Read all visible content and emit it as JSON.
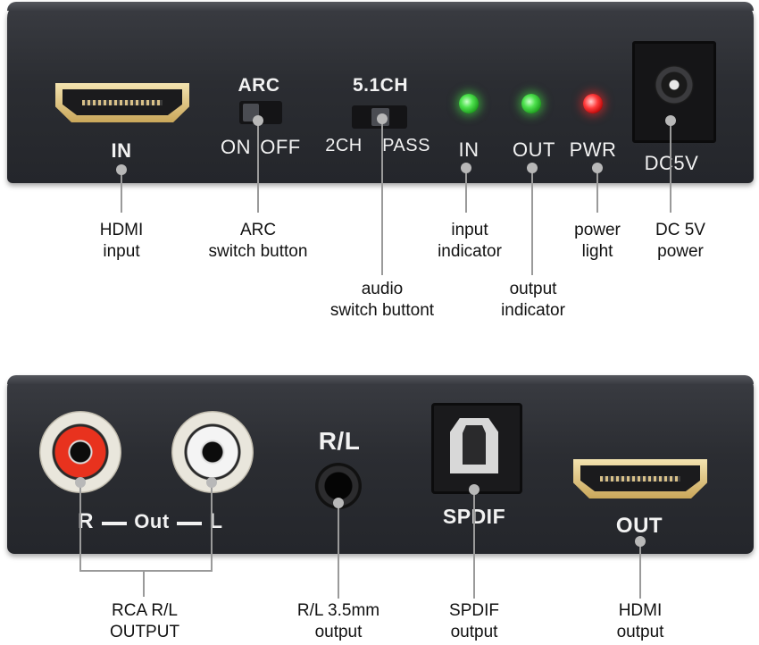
{
  "top_panel": {
    "hdmi_in_label": "IN",
    "arc_label": "ARC",
    "arc_on": "ON",
    "arc_off": "OFF",
    "audio_label": "5.1CH",
    "audio_2ch": "2CH",
    "audio_pass": "PASS",
    "led_in_label": "IN",
    "led_out_label": "OUT",
    "led_pwr_label": "PWR",
    "dc_label": "DC5V",
    "led_colors": {
      "in": "#3fe03f",
      "out": "#3fe03f",
      "pwr": "#ff2020"
    }
  },
  "top_callouts": {
    "hdmi_input": "HDMI\ninput",
    "arc_switch": "ARC\nswitch button",
    "audio_switch": "audio\nswitch buttont",
    "input_indicator": "input\nindicator",
    "output_indicator": "output\nindicator",
    "power_light": "power\nlight",
    "dc_power": "DC 5V\npower"
  },
  "bottom_panel": {
    "rca_r": "R",
    "rca_out": "Out",
    "rca_l": "L",
    "rl_label": "R/L",
    "spdif_label": "SPDIF",
    "hdmi_out_label": "OUT",
    "rca_colors": {
      "r": "#e8321e",
      "l": "#f4f4f4"
    }
  },
  "bottom_callouts": {
    "rca_output": "RCA R/L\nOUTPUT",
    "rl_output": "R/L 3.5mm\noutput",
    "spdif_output": "SPDIF\noutput",
    "hdmi_output": "HDMI\noutput"
  }
}
